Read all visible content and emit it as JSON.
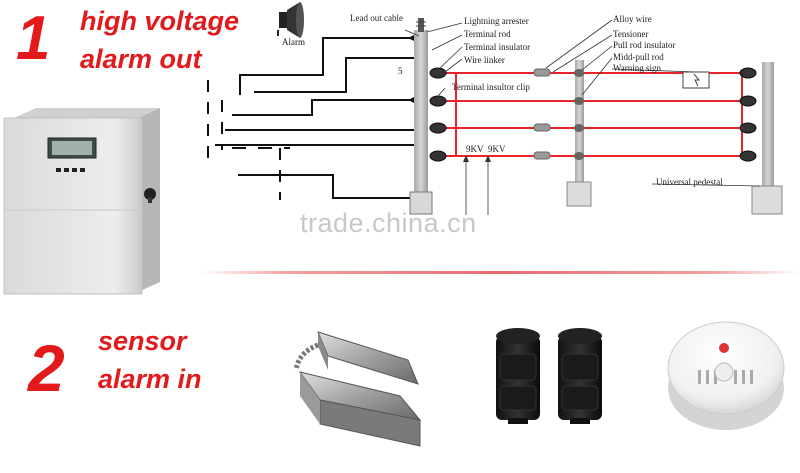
{
  "section1": {
    "number": "1",
    "line1": "high voltage",
    "line2": "alarm out"
  },
  "section2": {
    "number": "2",
    "line1": "sensor",
    "line2": "alarm in"
  },
  "watermark": "trade.china.cn",
  "diagram_labels": {
    "alarm": "Alarm",
    "lead_out_cable": "Lead out cable",
    "lightning_arrester": "Lightning arrester",
    "terminal_rod": "Terminal rod",
    "terminal_insulator": "Terminal insulator",
    "wire_linker": "Wire linker",
    "terminal_insulator_clip": "Terminal insultor clip",
    "alloy_wire": "Alloy wire",
    "tensioner": "Tensioner",
    "pull_rod_insulator": "Pull rod insulator",
    "midd_pull_rod": "Midd-pull rod",
    "warning_sign": "Warning sign",
    "universal_pedestal": "Universal pedestal",
    "voltage_1": "9KV",
    "voltage_2": "9KV",
    "post_number": "5"
  },
  "colors": {
    "accent": "#e3191b",
    "wire": "#e8242a",
    "divider": "#e8696c"
  },
  "icons": [
    "siren-icon",
    "alarm-controller-box",
    "magnetic-door-contact",
    "infrared-beam-sensor",
    "smoke-detector"
  ]
}
